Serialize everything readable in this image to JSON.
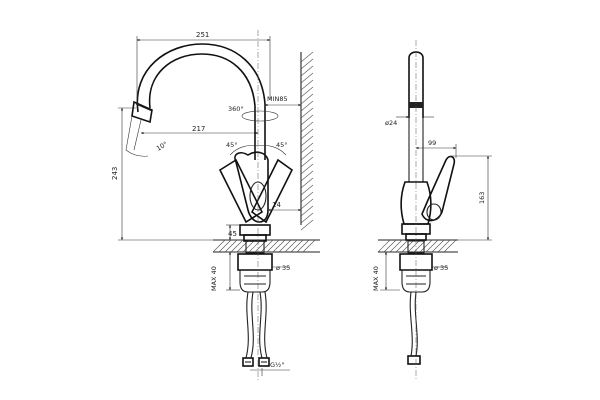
{
  "front_view": {
    "spout_reach_overall": "251",
    "spout_reach_axis": "217",
    "min_wall_distance": "MIN85",
    "rotation": "360°",
    "spout_tilt": "10°",
    "lever_angle_left": "45°",
    "lever_angle_right": "45°",
    "total_height": "243",
    "wall_gap": "14",
    "base_height": "45",
    "max_counter": "MAX 40",
    "shank_diameter": "ø 35",
    "thread": "G½\""
  },
  "side_view": {
    "spout_diameter": "ø24",
    "lever_reach": "99",
    "lever_height": "163",
    "max_counter": "MAX 40",
    "shank_diameter": "ø 35"
  }
}
